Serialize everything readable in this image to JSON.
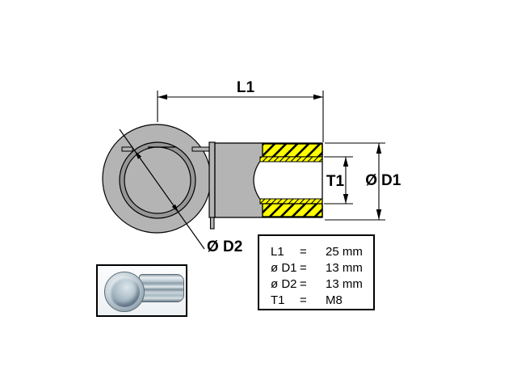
{
  "drawing": {
    "labels": {
      "l1": "L1",
      "t1": "T1",
      "d1_symbol": "Ø",
      "d1": "D1",
      "d2": "Ø D2"
    },
    "colors": {
      "body": "#b4b4b4",
      "ring": "#969696",
      "thread": "#ffff00",
      "outline": "#000000"
    }
  },
  "spec_table": {
    "rows": [
      {
        "name": "L1",
        "eq": "=",
        "value": "25 mm"
      },
      {
        "name": "ø D1",
        "eq": "=",
        "value": "13 mm"
      },
      {
        "name": "ø D2",
        "eq": "=",
        "value": "13 mm"
      },
      {
        "name": "T1",
        "eq": "=",
        "value": "M8"
      }
    ]
  }
}
